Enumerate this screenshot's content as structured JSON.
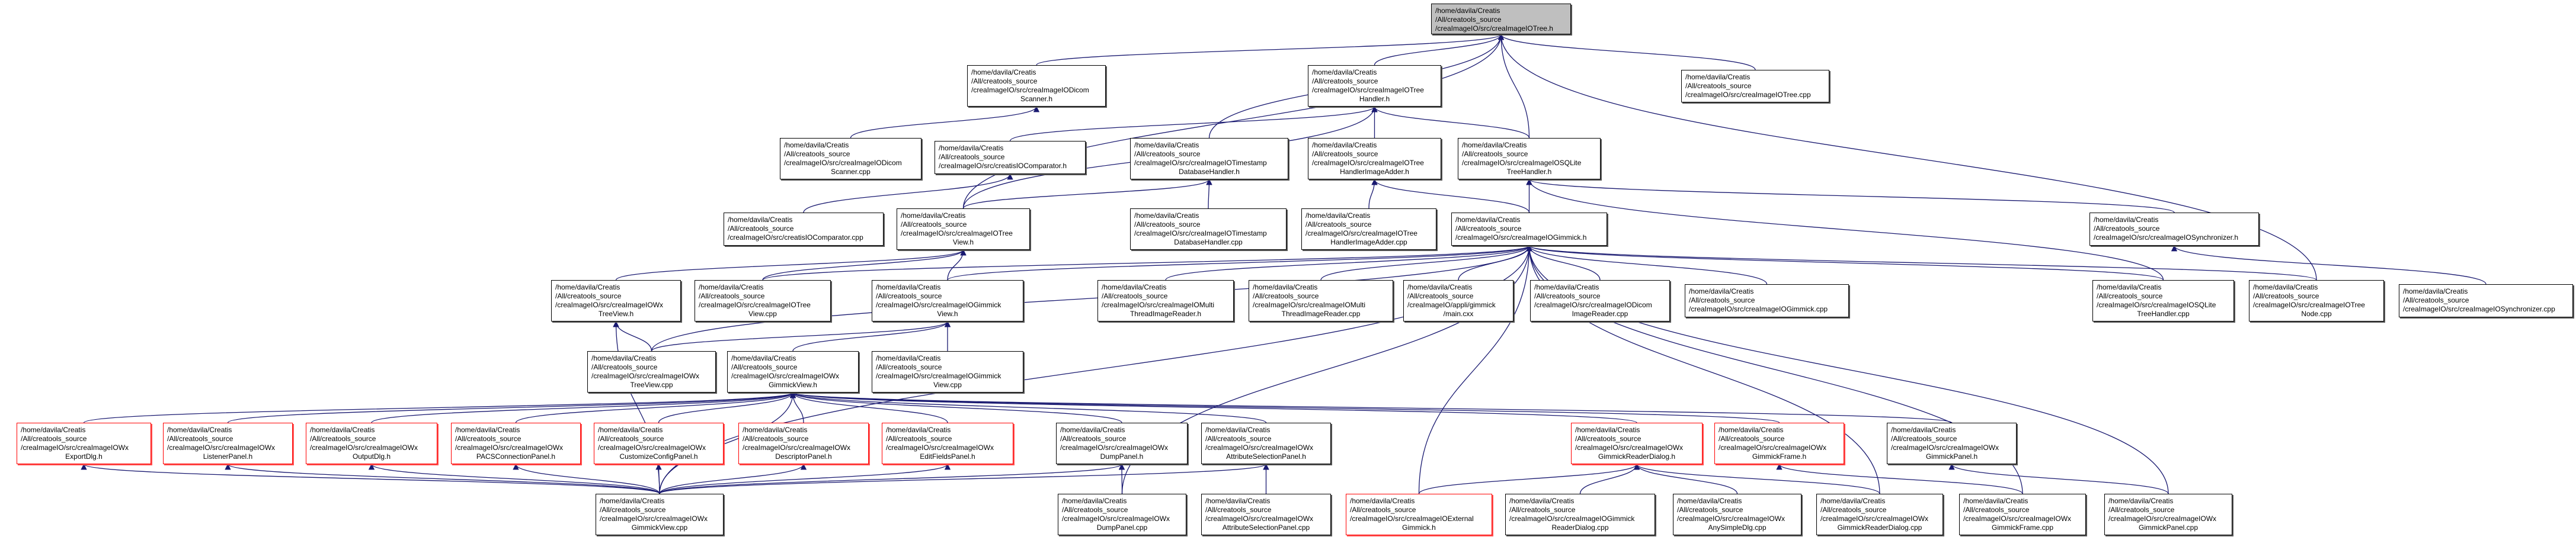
{
  "colors": {
    "edge": "#191970",
    "root_fill": "#bfbfbf",
    "incomplete_border": "#ff0000",
    "border": "#000000"
  },
  "prefix": [
    "/home/davila/Creatis",
    "/All/creatools_source"
  ],
  "nodes": [
    {
      "id": "root",
      "lines": [
        "/creaImageIO/src/creaImageIOTree.h"
      ],
      "style": "root"
    },
    {
      "id": "dicomscanner_h",
      "lines": [
        "/creaImageIO/src/creaImageIODicom",
        "Scanner.h"
      ]
    },
    {
      "id": "treehandler_h",
      "lines": [
        "/creaImageIO/src/creaImageIOTree",
        "Handler.h"
      ]
    },
    {
      "id": "tree_cpp",
      "lines": [
        "/creaImageIO/src/creaImageIOTree.cpp"
      ]
    },
    {
      "id": "dicomscanner_cpp",
      "lines": [
        "/creaImageIO/src/creaImageIODicom",
        "Scanner.cpp"
      ]
    },
    {
      "id": "comparator_h",
      "lines": [
        "/creaImageIO/src/creatisIOComparator.h"
      ]
    },
    {
      "id": "timestamp_h",
      "lines": [
        "/creaImageIO/src/creaImageIOTimestamp",
        "DatabaseHandler.h"
      ]
    },
    {
      "id": "adder_h",
      "lines": [
        "/creaImageIO/src/creaImageIOTree",
        "HandlerImageAdder.h"
      ]
    },
    {
      "id": "sqlite_h",
      "lines": [
        "/creaImageIO/src/creaImageIOSQLite",
        "TreeHandler.h"
      ]
    },
    {
      "id": "comparator_cpp",
      "lines": [
        "/creaImageIO/src/creatisIOComparator.cpp"
      ]
    },
    {
      "id": "treeview_h",
      "lines": [
        "/creaImageIO/src/creaImageIOTree",
        "View.h"
      ]
    },
    {
      "id": "timestamp_cpp",
      "lines": [
        "/creaImageIO/src/creaImageIOTimestamp",
        "DatabaseHandler.cpp"
      ]
    },
    {
      "id": "adder_cpp",
      "lines": [
        "/creaImageIO/src/creaImageIOTree",
        "HandlerImageAdder.cpp"
      ]
    },
    {
      "id": "gimmick_h",
      "lines": [
        "/creaImageIO/src/creaImageIOGimmick.h"
      ]
    },
    {
      "id": "synchronizer_h",
      "lines": [
        "/creaImageIO/src/creaImageIOSynchronizer.h"
      ]
    },
    {
      "id": "wxtreeview_h",
      "lines": [
        "/creaImageIO/src/creaImageIOWx",
        "TreeView.h"
      ]
    },
    {
      "id": "treeview_cpp",
      "lines": [
        "/creaImageIO/src/creaImageIOTree",
        "View.cpp"
      ]
    },
    {
      "id": "gimmickview_h",
      "lines": [
        "/creaImageIO/src/creaImageIOGimmick",
        "View.h"
      ]
    },
    {
      "id": "mtreader_h",
      "lines": [
        "/creaImageIO/src/creaImageIOMulti",
        "ThreadImageReader.h"
      ]
    },
    {
      "id": "mtreader_cpp",
      "lines": [
        "/creaImageIO/src/creaImageIOMulti",
        "ThreadImageReader.cpp"
      ]
    },
    {
      "id": "main_cxx",
      "lines": [
        "/creaImageIO/appli/gimmick",
        "/main.cxx"
      ]
    },
    {
      "id": "dicomimagereader_cpp",
      "lines": [
        "/creaImageIO/src/creaImageIODicom",
        "ImageReader.cpp"
      ]
    },
    {
      "id": "gimmick_cpp",
      "lines": [
        "/creaImageIO/src/creaImageIOGimmick.cpp"
      ]
    },
    {
      "id": "sqlite_cpp",
      "lines": [
        "/creaImageIO/src/creaImageIOSQLite",
        "TreeHandler.cpp"
      ]
    },
    {
      "id": "treenode_cpp",
      "lines": [
        "/creaImageIO/src/creaImageIOTree",
        "Node.cpp"
      ]
    },
    {
      "id": "synchronizer_cpp",
      "lines": [
        "/creaImageIO/src/creaImageIOSynchronizer.cpp"
      ]
    },
    {
      "id": "wxtreeview_cpp",
      "lines": [
        "/creaImageIO/src/creaImageIOWx",
        "TreeView.cpp"
      ]
    },
    {
      "id": "wxgimmickview_h",
      "lines": [
        "/creaImageIO/src/creaImageIOWx",
        "GimmickView.h"
      ]
    },
    {
      "id": "gimmickview_cpp",
      "lines": [
        "/creaImageIO/src/creaImageIOGimmick",
        "View.cpp"
      ]
    },
    {
      "id": "exportdlg_h",
      "lines": [
        "/creaImageIO/src/creaImageIOWx",
        "ExportDlg.h"
      ],
      "style": "red"
    },
    {
      "id": "listenerpanel_h",
      "lines": [
        "/creaImageIO/src/creaImageIOWx",
        "ListenerPanel.h"
      ],
      "style": "red"
    },
    {
      "id": "outputdlg_h",
      "lines": [
        "/creaImageIO/src/creaImageIOWx",
        "OutputDlg.h"
      ],
      "style": "red"
    },
    {
      "id": "pacs_h",
      "lines": [
        "/creaImageIO/src/creaImageIOWx",
        "PACSConnectionPanel.h"
      ],
      "style": "red"
    },
    {
      "id": "customize_h",
      "lines": [
        "/creaImageIO/src/creaImageIOWx",
        "CustomizeConfigPanel.h"
      ],
      "style": "red"
    },
    {
      "id": "descriptor_h",
      "lines": [
        "/creaImageIO/src/creaImageIOWx",
        "DescriptorPanel.h"
      ],
      "style": "red"
    },
    {
      "id": "editfields_h",
      "lines": [
        "/creaImageIO/src/creaImageIOWx",
        "EditFieldsPanel.h"
      ],
      "style": "red"
    },
    {
      "id": "dumppanel_h",
      "lines": [
        "/creaImageIO/src/creaImageIOWx",
        "DumpPanel.h"
      ]
    },
    {
      "id": "attrsel_h",
      "lines": [
        "/creaImageIO/src/creaImageIOWx",
        "AttributeSelectionPanel.h"
      ]
    },
    {
      "id": "readerdialog_h",
      "lines": [
        "/creaImageIO/src/creaImageIOWx",
        "GimmickReaderDialog.h"
      ],
      "style": "red"
    },
    {
      "id": "gimmickframe_h",
      "lines": [
        "/creaImageIO/src/creaImageIOWx",
        "GimmickFrame.h"
      ],
      "style": "red"
    },
    {
      "id": "gimmickpanel_h",
      "lines": [
        "/creaImageIO/src/creaImageIOWx",
        "GimmickPanel.h"
      ]
    },
    {
      "id": "wxgimmickview_cpp",
      "lines": [
        "/creaImageIO/src/creaImageIOWx",
        "GimmickView.cpp"
      ]
    },
    {
      "id": "dumppanel_cpp",
      "lines": [
        "/creaImageIO/src/creaImageIOWx",
        "DumpPanel.cpp"
      ]
    },
    {
      "id": "attrsel_cpp",
      "lines": [
        "/creaImageIO/src/creaImageIOWx",
        "AttributeSelectionPanel.cpp"
      ]
    },
    {
      "id": "external_h",
      "lines": [
        "/creaImageIO/src/creaImageIOExternal",
        "Gimmick.h"
      ],
      "style": "red"
    },
    {
      "id": "ogreaderdialog_cpp",
      "lines": [
        "/creaImageIO/src/creaImageIOGimmick",
        "ReaderDialog.cpp"
      ]
    },
    {
      "id": "anysimpledlg_cpp",
      "lines": [
        "/creaImageIO/src/creaImageIOWx",
        "AnySimpleDlg.cpp"
      ]
    },
    {
      "id": "wxreaderdialog_cpp",
      "lines": [
        "/creaImageIO/src/creaImageIOWx",
        "GimmickReaderDialog.cpp"
      ]
    },
    {
      "id": "gimmickframe_cpp",
      "lines": [
        "/creaImageIO/src/creaImageIOWx",
        "GimmickFrame.cpp"
      ]
    },
    {
      "id": "gimmickpanel_cpp",
      "lines": [
        "/creaImageIO/src/creaImageIOWx",
        "GimmickPanel.cpp"
      ]
    }
  ],
  "edges": [
    [
      "dicomscanner_h",
      "root"
    ],
    [
      "treehandler_h",
      "root"
    ],
    [
      "tree_cpp",
      "root"
    ],
    [
      "sqlite_h",
      "root"
    ],
    [
      "timestamp_h",
      "root"
    ],
    [
      "treenode_cpp",
      "root"
    ],
    [
      "treeview_h",
      "root"
    ],
    [
      "dicomscanner_cpp",
      "dicomscanner_h"
    ],
    [
      "comparator_h",
      "treehandler_h"
    ],
    [
      "treeview_h",
      "treehandler_h"
    ],
    [
      "adder_h",
      "treehandler_h"
    ],
    [
      "sqlite_h",
      "treehandler_h"
    ],
    [
      "comparator_cpp",
      "comparator_h"
    ],
    [
      "treeview_h",
      "timestamp_h"
    ],
    [
      "timestamp_cpp",
      "timestamp_h"
    ],
    [
      "adder_cpp",
      "adder_h"
    ],
    [
      "gimmick_h",
      "adder_h"
    ],
    [
      "gimmick_h",
      "sqlite_h"
    ],
    [
      "sqlite_cpp",
      "sqlite_h"
    ],
    [
      "synchronizer_h",
      "sqlite_h"
    ],
    [
      "synchronizer_cpp",
      "synchronizer_h"
    ],
    [
      "wxtreeview_h",
      "treeview_h"
    ],
    [
      "treeview_cpp",
      "treeview_h"
    ],
    [
      "gimmickview_h",
      "treeview_h"
    ],
    [
      "treeview_cpp",
      "gimmick_h"
    ],
    [
      "gimmickview_h",
      "gimmick_h"
    ],
    [
      "mtreader_h",
      "gimmick_h"
    ],
    [
      "mtreader_cpp",
      "gimmick_h"
    ],
    [
      "main_cxx",
      "gimmick_h"
    ],
    [
      "dicomimagereader_cpp",
      "gimmick_h"
    ],
    [
      "gimmick_cpp",
      "gimmick_h"
    ],
    [
      "sqlite_cpp",
      "gimmick_h"
    ],
    [
      "treenode_cpp",
      "gimmick_h"
    ],
    [
      "wxtreeview_cpp",
      "gimmick_h"
    ],
    [
      "wxgimmickview_cpp",
      "gimmick_h"
    ],
    [
      "dumppanel_cpp",
      "gimmick_h"
    ],
    [
      "external_h",
      "gimmick_h"
    ],
    [
      "wxreaderdialog_cpp",
      "gimmick_h"
    ],
    [
      "gimmickframe_cpp",
      "gimmick_h"
    ],
    [
      "gimmickpanel_cpp",
      "gimmick_h"
    ],
    [
      "wxtreeview_cpp",
      "wxtreeview_h"
    ],
    [
      "wxgimmickview_cpp",
      "wxtreeview_h"
    ],
    [
      "wxgimmickview_h",
      "gimmickview_h"
    ],
    [
      "gimmickview_cpp",
      "gimmickview_h"
    ],
    [
      "wxtreeview_cpp",
      "gimmickview_h"
    ],
    [
      "exportdlg_h",
      "wxgimmickview_h"
    ],
    [
      "listenerpanel_h",
      "wxgimmickview_h"
    ],
    [
      "outputdlg_h",
      "wxgimmickview_h"
    ],
    [
      "pacs_h",
      "wxgimmickview_h"
    ],
    [
      "customize_h",
      "wxgimmickview_h"
    ],
    [
      "descriptor_h",
      "wxgimmickview_h"
    ],
    [
      "editfields_h",
      "wxgimmickview_h"
    ],
    [
      "dumppanel_h",
      "wxgimmickview_h"
    ],
    [
      "attrsel_h",
      "wxgimmickview_h"
    ],
    [
      "readerdialog_h",
      "wxgimmickview_h"
    ],
    [
      "gimmickframe_h",
      "wxgimmickview_h"
    ],
    [
      "gimmickpanel_h",
      "wxgimmickview_h"
    ],
    [
      "wxgimmickview_cpp",
      "wxgimmickview_h"
    ],
    [
      "wxgimmickview_cpp",
      "exportdlg_h"
    ],
    [
      "wxgimmickview_cpp",
      "listenerpanel_h"
    ],
    [
      "wxgimmickview_cpp",
      "outputdlg_h"
    ],
    [
      "wxgimmickview_cpp",
      "pacs_h"
    ],
    [
      "wxgimmickview_cpp",
      "customize_h"
    ],
    [
      "wxgimmickview_cpp",
      "descriptor_h"
    ],
    [
      "wxgimmickview_cpp",
      "editfields_h"
    ],
    [
      "wxgimmickview_cpp",
      "dumppanel_h"
    ],
    [
      "wxgimmickview_cpp",
      "attrsel_h"
    ],
    [
      "dumppanel_cpp",
      "dumppanel_h"
    ],
    [
      "attrsel_cpp",
      "attrsel_h"
    ],
    [
      "external_h",
      "readerdialog_h"
    ],
    [
      "ogreaderdialog_cpp",
      "readerdialog_h"
    ],
    [
      "anysimpledlg_cpp",
      "readerdialog_h"
    ],
    [
      "wxreaderdialog_cpp",
      "readerdialog_h"
    ],
    [
      "gimmickframe_cpp",
      "gimmickframe_h"
    ],
    [
      "gimmickpanel_cpp",
      "gimmickpanel_h"
    ]
  ]
}
